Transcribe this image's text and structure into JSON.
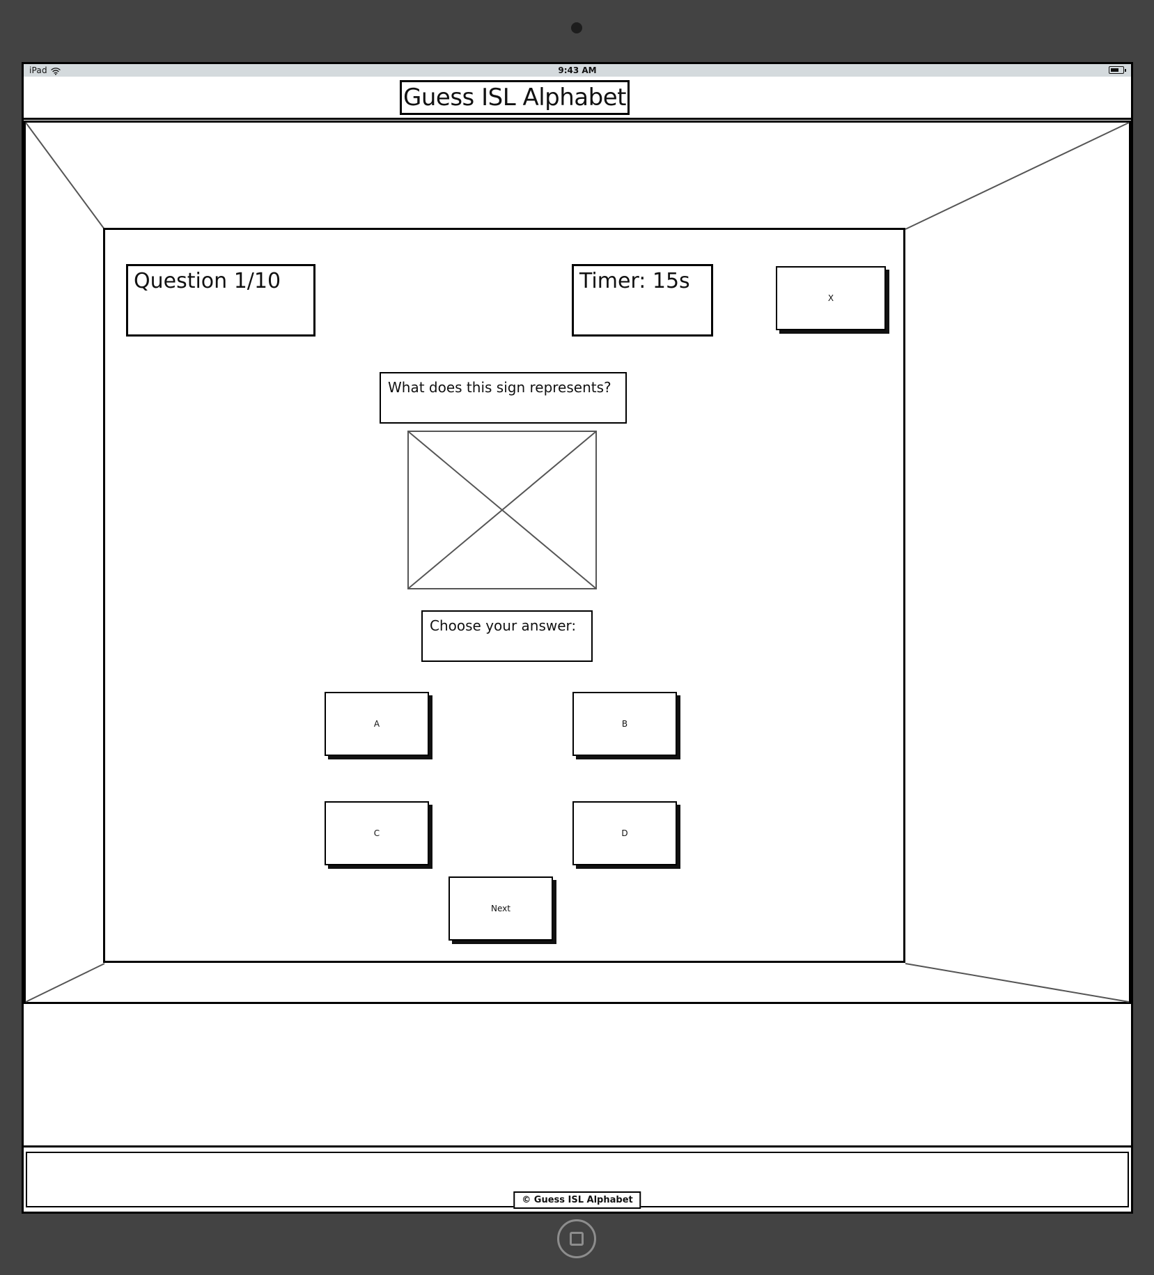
{
  "device": {
    "type": "ipad-mockup",
    "camera_icon": "camera-dot",
    "home_button_icon": "home-square-icon"
  },
  "statusbar": {
    "carrier": "iPad",
    "wifi_icon": "wifi-icon",
    "time": "9:43 AM",
    "battery_icon": "battery-icon"
  },
  "header": {
    "title": "Guess ISL Alphabet"
  },
  "quiz": {
    "question_counter": "Question 1/10",
    "timer": "Timer: 15s",
    "close_label": "X",
    "prompt": "What does this sign represents?",
    "sign_image_placeholder": "image-placeholder-cross",
    "choose_label": "Choose your answer:",
    "answers": [
      {
        "label": "A"
      },
      {
        "label": "B"
      },
      {
        "label": "C"
      },
      {
        "label": "D"
      }
    ],
    "next_label": "Next"
  },
  "footer": {
    "copyright": "© Guess ISL Alphabet"
  },
  "colors": {
    "device_body": "#434343",
    "screen_bg": "#ffffff",
    "statusbar_bg": "#d4dadd",
    "line": "#000000",
    "wire_gray": "#555555"
  }
}
